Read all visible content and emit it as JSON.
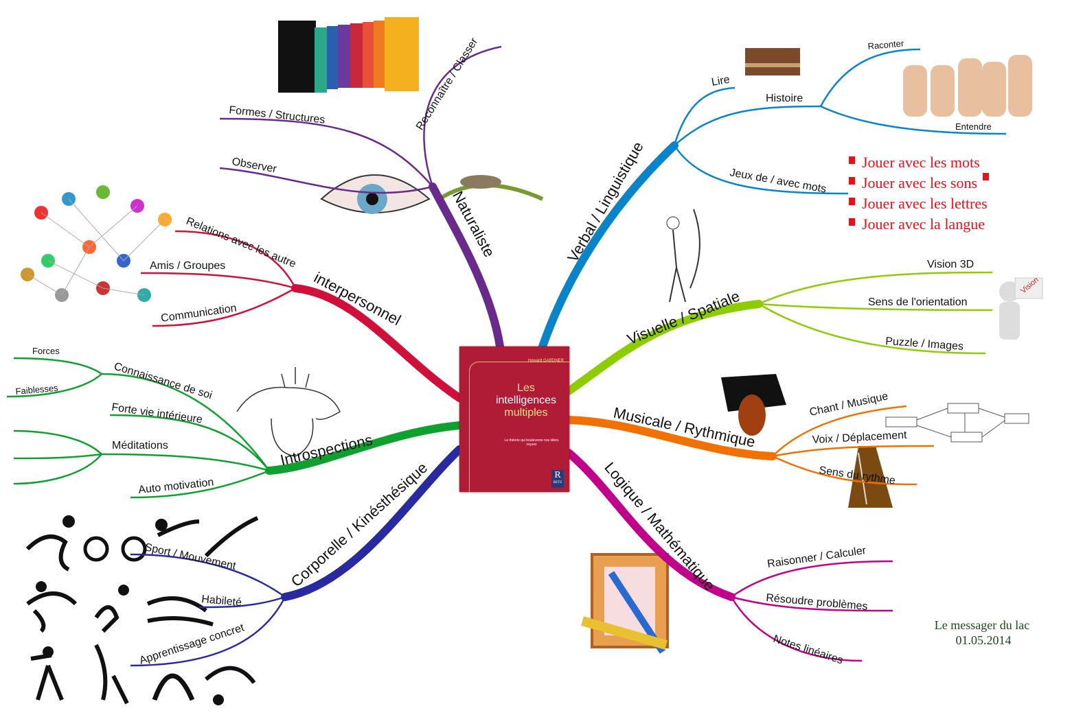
{
  "center": {
    "book_author": "Howard GARDNER",
    "book_title_line1": "Les",
    "book_title_line2": "intelligences",
    "book_title_line3": "multiples",
    "book_subtitle": "La théorie qui bouleverse nos idées reçues",
    "publisher": "RETZ"
  },
  "branches": {
    "naturaliste": {
      "label": "Naturaliste",
      "color": "#6a2a8c",
      "children": [
        "Reconnaître / Classer",
        "Formes / Structures",
        "Observer"
      ]
    },
    "verbal": {
      "label": "Verbal / Linguistique",
      "color": "#0a84c8",
      "children": [
        "Lire",
        "Histoire",
        "Raconter",
        "Entendre",
        "Jeux de / avec mots"
      ],
      "notes": [
        "Jouer avec les mots",
        "Jouer avec les sons",
        "Jouer avec les lettres",
        "Jouer avec la langue"
      ]
    },
    "visuelle": {
      "label": "Visuelle / Spatiale",
      "color": "#8ccc00",
      "children": [
        "Vision 3D",
        "Sens de l'orientation",
        "Puzzle / Images"
      ],
      "image_text": "Vision"
    },
    "musicale": {
      "label": "Musicale / Rythmique",
      "color": "#f07000",
      "children": [
        "Chant / Musique",
        "Voix / Déplacement",
        "Sens du rythme"
      ]
    },
    "logique": {
      "label": "Logique / Mathématique",
      "color": "#c0008a",
      "children": [
        "Raisonner / Calculer",
        "Résoudre problèmes",
        "Notes linéaires"
      ]
    },
    "corporelle": {
      "label": "Corporelle / Kinésthésique",
      "color": "#2a2aa0",
      "children": [
        "Sport / Mouvement",
        "Habileté",
        "Apprentissage concret"
      ]
    },
    "introspections": {
      "label": "Introspections",
      "color": "#10a030",
      "children": [
        "Connaissance de soi",
        "Forces",
        "Faiblesses",
        "Forte vie intérieure",
        "Méditations",
        "Auto motivation"
      ]
    },
    "interpersonnel": {
      "label": "interpersonnel",
      "color": "#d0103a",
      "children": [
        "Relations avec les autre",
        "Amis / Groupes",
        "Communication"
      ]
    }
  },
  "signature": {
    "line1": "Le messager du lac",
    "line2": "01.05.2014"
  }
}
